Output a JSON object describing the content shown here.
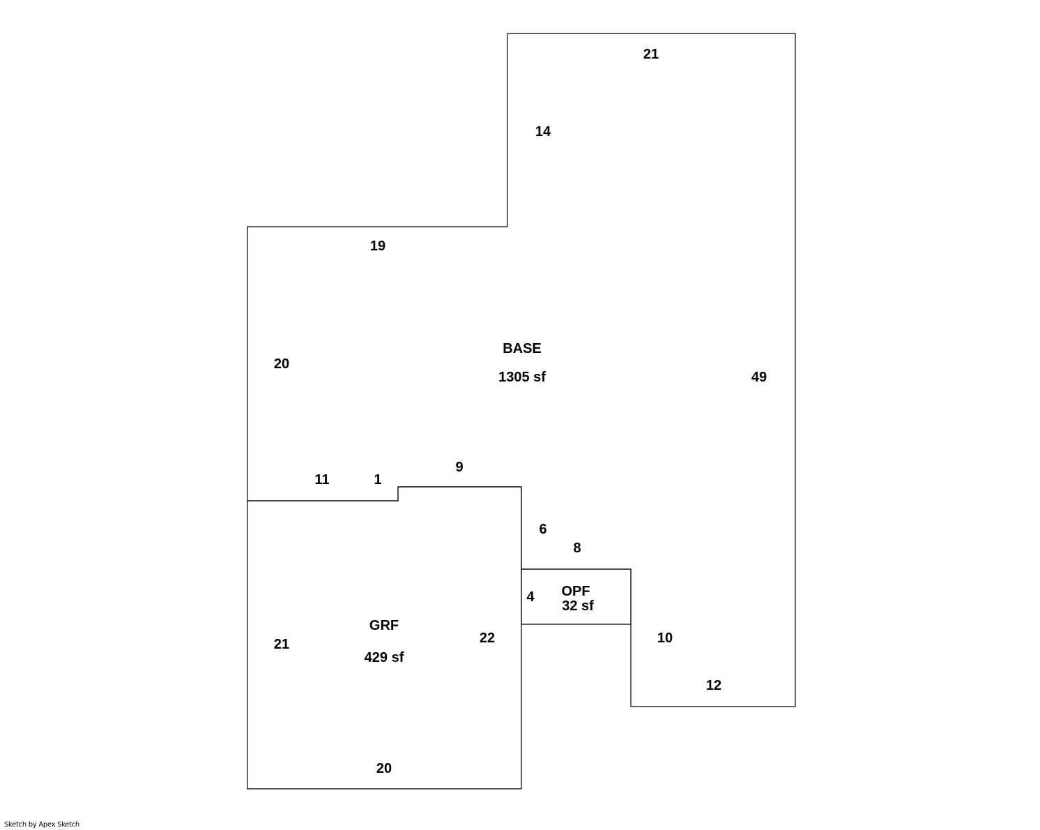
{
  "areas": {
    "base": {
      "name": "BASE",
      "area": "1305 sf"
    },
    "grf": {
      "name": "GRF",
      "area": "429 sf"
    },
    "opf": {
      "name": "OPF",
      "area": "32 sf"
    }
  },
  "dimensions": {
    "base_top": "21",
    "base_upper_left": "14",
    "base_mid_top": "19",
    "base_left": "20",
    "base_right": "49",
    "base_step_left": "11",
    "base_step_jog": "1",
    "base_step_right": "9",
    "base_inner_vertical": "6",
    "opf_top": "8",
    "opf_left": "4",
    "base_lower_vertical": "10",
    "base_bottom": "12",
    "grf_left": "21",
    "grf_right": "22",
    "grf_bottom": "20"
  },
  "credit": "Sketch by Apex Sketch"
}
